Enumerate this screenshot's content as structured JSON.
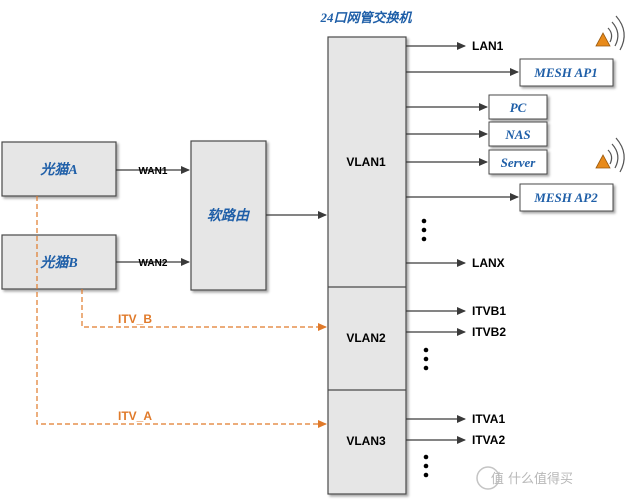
{
  "title": "24口网管交换机",
  "devices": {
    "modem_a": "光猫A",
    "modem_b": "光猫B",
    "router": "软路由"
  },
  "wan": {
    "wan1": "WAN1",
    "wan2": "WAN2"
  },
  "vlans": {
    "vlan1": "VLAN1",
    "vlan2": "VLAN2",
    "vlan3": "VLAN3"
  },
  "vlan1_ports": {
    "lan1": "LAN1",
    "mesh_ap1": "MESH AP1",
    "pc": "PC",
    "nas": "NAS",
    "server": "Server",
    "mesh_ap2": "MESH AP2",
    "lanx": "LANX"
  },
  "vlan2_ports": {
    "itvb1": "ITVB1",
    "itvb2": "ITVB2"
  },
  "vlan3_ports": {
    "itva1": "ITVA1",
    "itva2": "ITVA2"
  },
  "iptv_links": {
    "itv_b": "ITV_B",
    "itv_a": "ITV_A"
  },
  "watermark": "值 什么值得买",
  "colors": {
    "box_fill": "#e6e6e6",
    "box_stroke": "#4a4a4a",
    "device_text": "#1f5fa8",
    "iptv_line": "#e07a2a",
    "line": "#3a3a3a",
    "antenna": "#e88a1a"
  }
}
